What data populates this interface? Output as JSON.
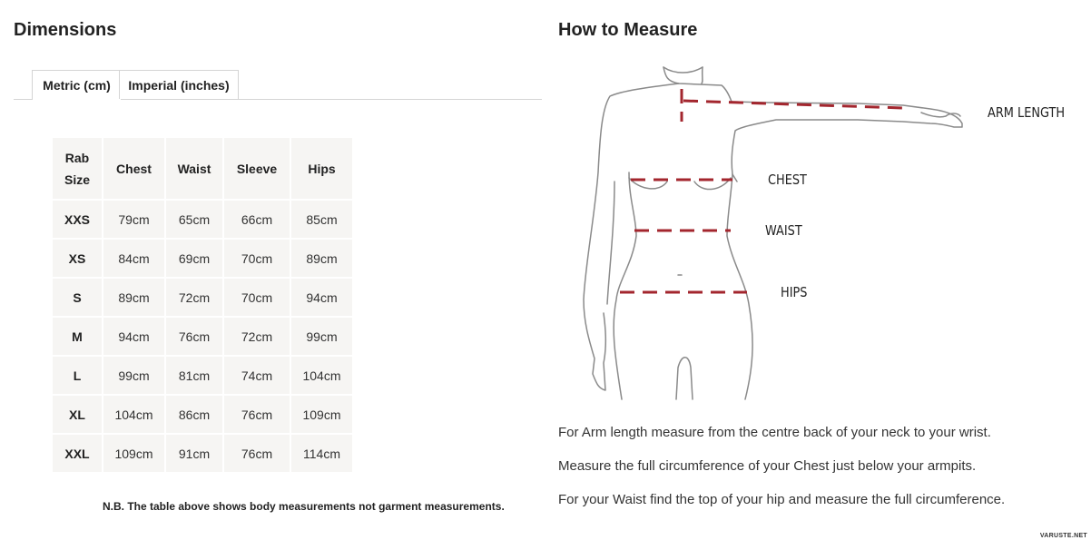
{
  "dimensions": {
    "title": "Dimensions",
    "tabs": [
      {
        "label": "Metric (cm)",
        "active": true
      },
      {
        "label": "Imperial (inches)",
        "active": false
      }
    ],
    "table": {
      "headers": [
        "Rab Size",
        "Chest",
        "Waist",
        "Sleeve",
        "Hips"
      ],
      "rows": [
        [
          "XXS",
          "79cm",
          "65cm",
          "66cm",
          "85cm"
        ],
        [
          "XS",
          "84cm",
          "69cm",
          "70cm",
          "89cm"
        ],
        [
          "S",
          "89cm",
          "72cm",
          "70cm",
          "94cm"
        ],
        [
          "M",
          "94cm",
          "76cm",
          "72cm",
          "99cm"
        ],
        [
          "L",
          "99cm",
          "81cm",
          "74cm",
          "104cm"
        ],
        [
          "XL",
          "104cm",
          "86cm",
          "76cm",
          "109cm"
        ],
        [
          "XXL",
          "109cm",
          "91cm",
          "76cm",
          "114cm"
        ]
      ]
    },
    "note": "N.B. The table above shows body measurements not garment measurements."
  },
  "how_to_measure": {
    "title": "How to Measure",
    "labels": {
      "arm_length": "ARM LENGTH",
      "chest": "CHEST",
      "waist": "WAIST",
      "hips": "HIPS"
    },
    "instructions": [
      "For Arm length measure from the centre back of your neck to your wrist.",
      "Measure the full circumference of your Chest just below your armpits.",
      "For your Waist find the top of your hip and measure the full circumference."
    ],
    "colors": {
      "measure_line": "#a3262e",
      "outline": "#8a8a8a"
    }
  },
  "watermark": "VARUSTE.NET"
}
